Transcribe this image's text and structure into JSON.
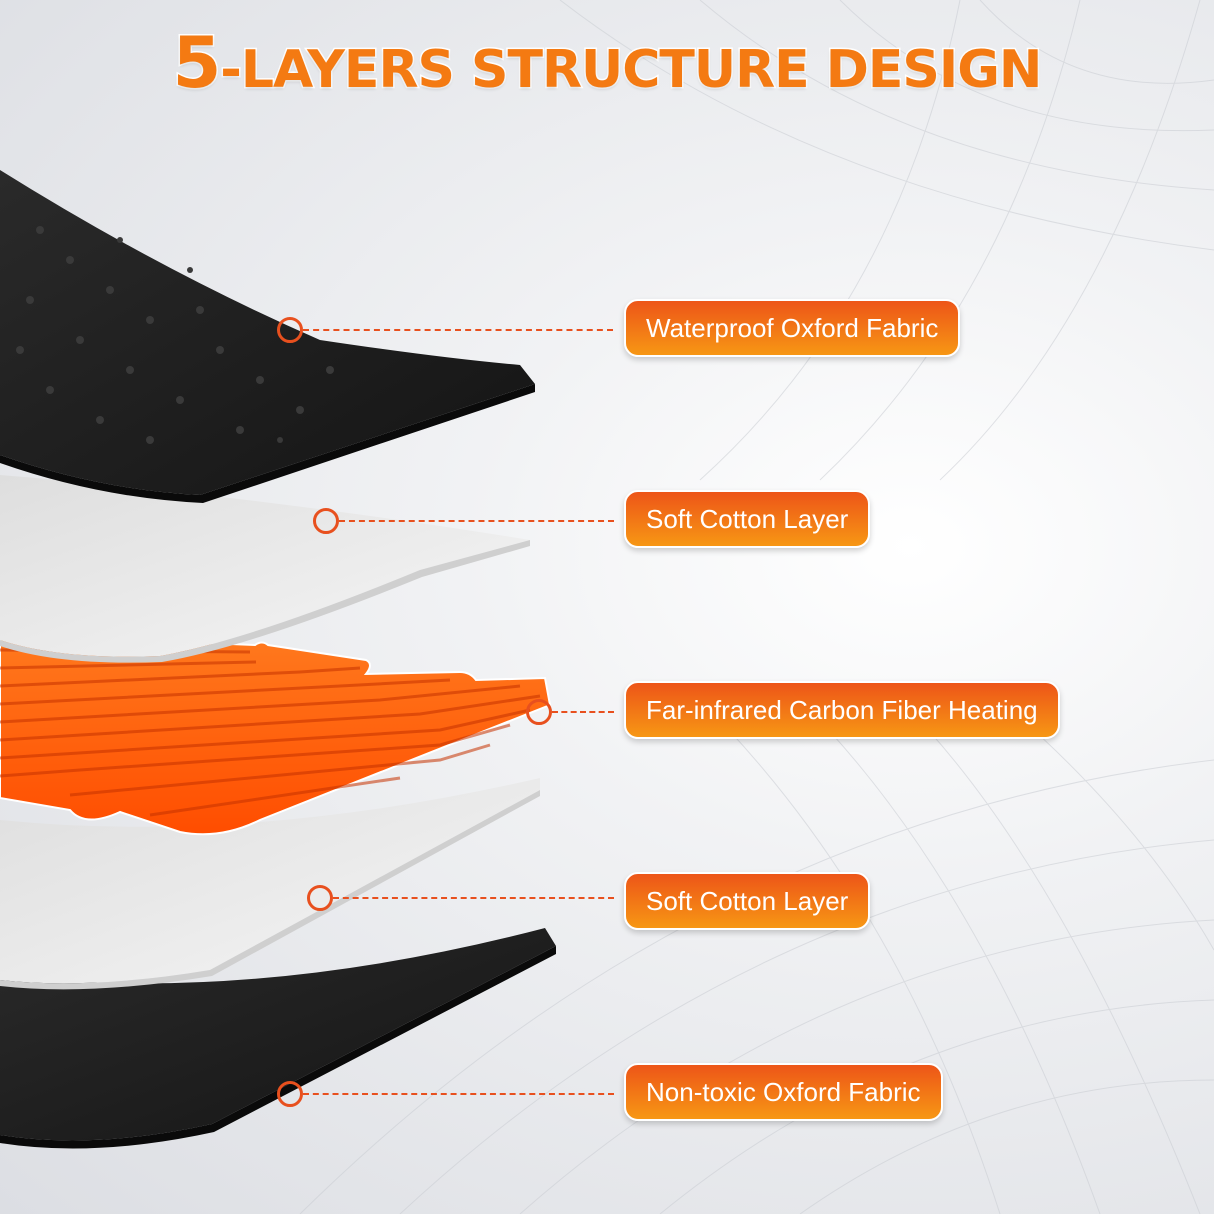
{
  "title": {
    "number": "5",
    "text": "-LAYERS STRUCTURE DESIGN"
  },
  "colors": {
    "title_orange": "#f47a12",
    "label_gradient_top": "#ed5518",
    "label_gradient_bottom": "#f79714",
    "leader_line": "#e8501e",
    "fabric_black": "#1b1b1b",
    "cotton_white": "#eeeeee",
    "heating_orange": "#ff5a00"
  },
  "layers": [
    {
      "label": "Waterproof Oxford Fabric"
    },
    {
      "label": "Soft Cotton Layer"
    },
    {
      "label": "Far-infrared Carbon Fiber Heating"
    },
    {
      "label": "Soft Cotton Layer"
    },
    {
      "label": "Non-toxic Oxford Fabric"
    }
  ]
}
